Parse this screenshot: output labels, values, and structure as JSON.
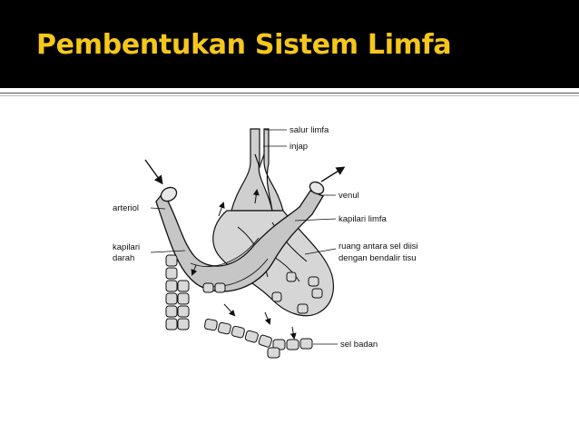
{
  "slide": {
    "title": "Pembentukan Sistem Limfa"
  },
  "diagram": {
    "labels": {
      "salur_limfa": "salur limfa",
      "injap": "injap",
      "venul": "venul",
      "arteriol": "arteriol",
      "kapilari_limfa": "kapilari limfa",
      "kapilari_darah_1": "kapilari",
      "kapilari_darah_2": "darah",
      "ruang_1": "ruang antara sel diisi",
      "ruang_2": "dengan bendalir tisu",
      "sel_badan": "sel badan"
    },
    "colors": {
      "title_bar": "#000000",
      "title_text": "#f5c71a",
      "vessel_fill": "#c8c8c8",
      "cell_fill": "#d9d9d9",
      "line": "#111111"
    }
  }
}
